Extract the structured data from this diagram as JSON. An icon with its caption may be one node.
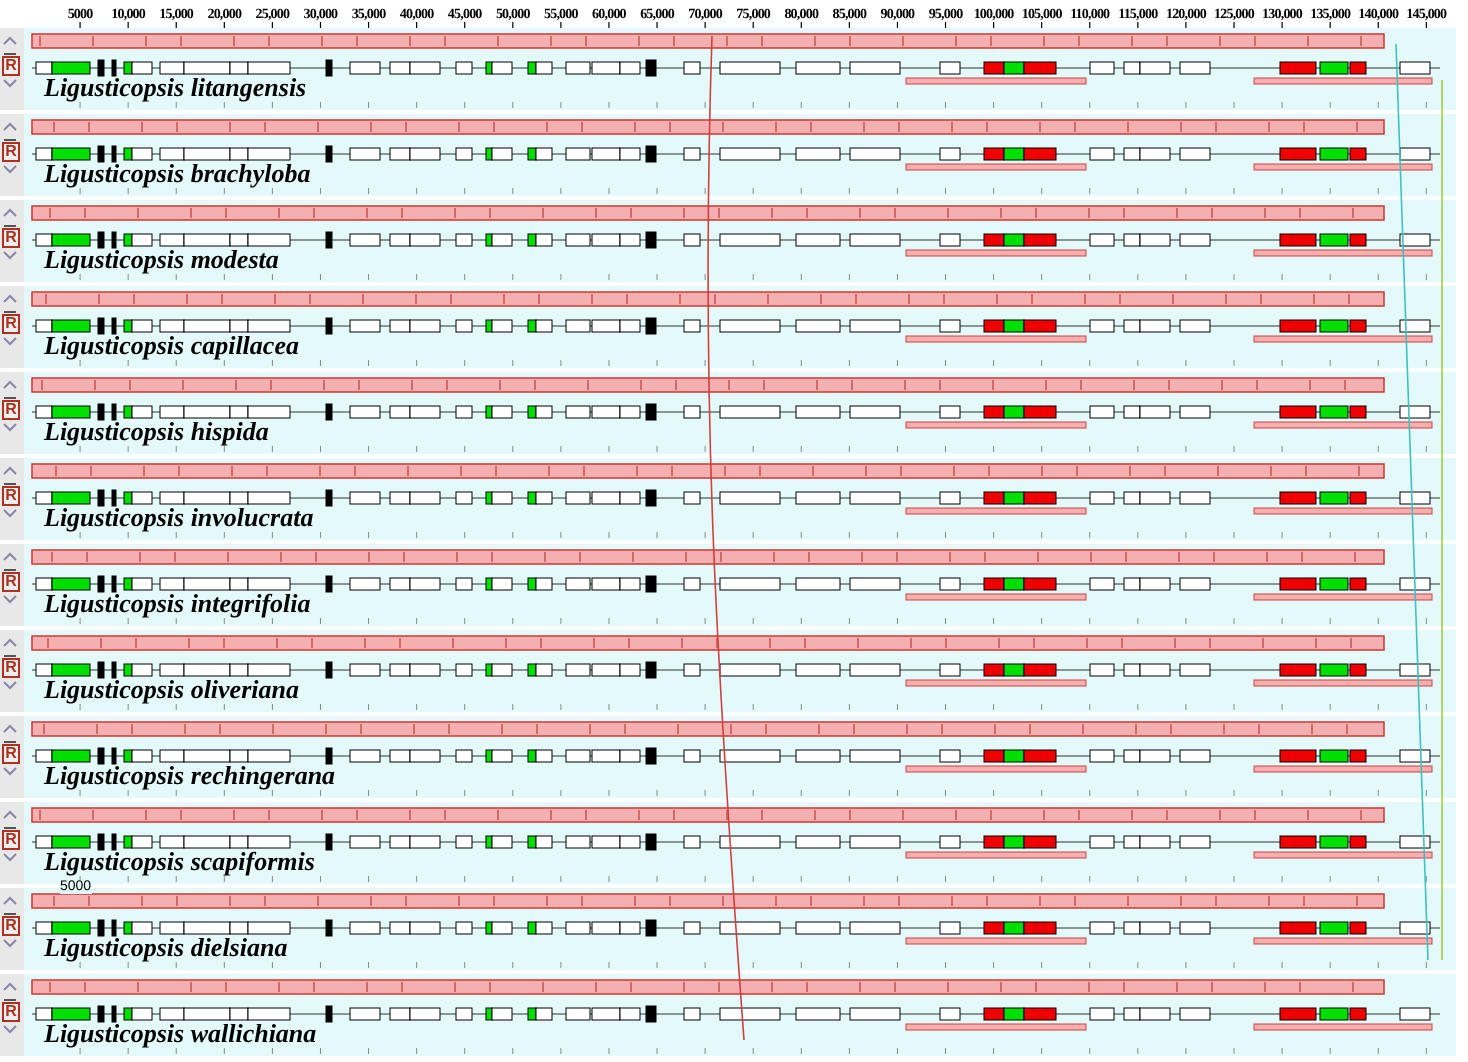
{
  "diagram": {
    "labels": [
      "5000",
      "10,000",
      "15,000",
      "20,000",
      "25,000",
      "30,000",
      "35,000",
      "40,000",
      "45,000",
      "50,000",
      "55,000",
      "60,000",
      "65,000",
      "70,000",
      "75,000",
      "80,000",
      "85,000",
      "90,000",
      "95,000",
      "100,000",
      "105,000",
      "110,000",
      "115,000",
      "120,000",
      "125,000",
      "130,000",
      "135,000",
      "140,000",
      "145,000",
      "R",
      "Ligusticopsis litangensis",
      "R",
      "Ligusticopsis brachyloba",
      "R",
      "Ligusticopsis modesta",
      "R",
      "Ligusticopsis capillacea",
      "R",
      "Ligusticopsis hispida",
      "R",
      "Ligusticopsis involucrata",
      "R",
      "Ligusticopsis integrifolia",
      "R",
      "Ligusticopsis oliveriana",
      "R",
      "Ligusticopsis rechingerana",
      "R",
      "Ligusticopsis scapiformis",
      "5000",
      "R",
      "Ligusticopsis dielsiana",
      "R",
      "Ligusticopsis wallichiana"
    ]
  }
}
